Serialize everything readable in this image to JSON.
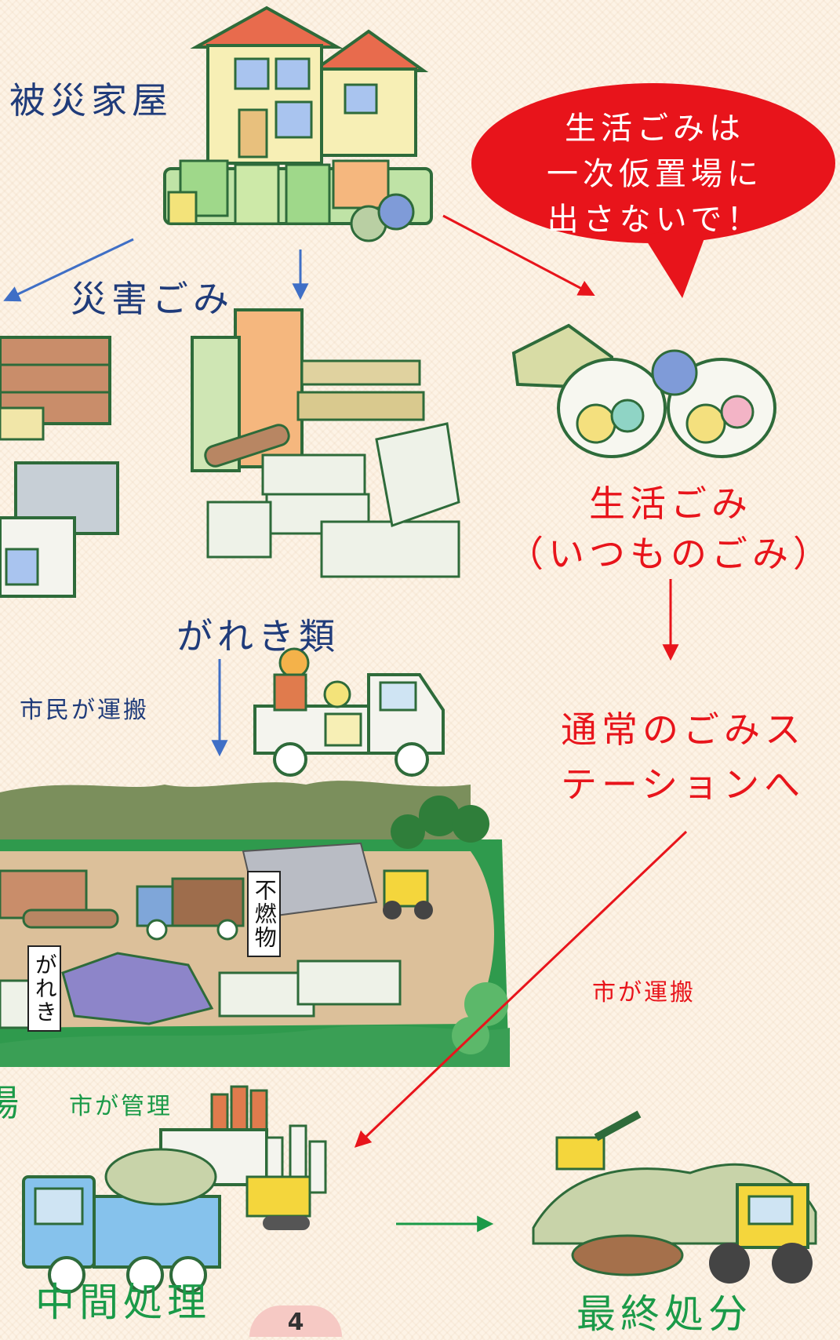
{
  "labels": {
    "damaged_house": "被災家屋",
    "disaster_waste": "災害ごみ",
    "rubble": "がれき類",
    "household_waste": "生活ごみ",
    "household_waste_paren": "（いつものごみ）",
    "station_line1": "通常のごみス",
    "station_line2": "テーションへ",
    "intermediate": "中間処理",
    "final": "最終処分",
    "temp_site_partial": "場"
  },
  "callout": {
    "line1": "生活ごみは",
    "line2": "一次仮置場に",
    "line3": "出さないで！"
  },
  "notes": {
    "citizen_transport": "市民が運搬",
    "city_transport": "市が運搬",
    "city_managed": "市が管理"
  },
  "site_signs": {
    "nonburnable": "不燃物",
    "rubble": "がれき"
  },
  "page_number": "4",
  "colors": {
    "blue_text": "#1f3b7a",
    "red": "#e8141b",
    "green": "#1a9a48",
    "arrow_blue": "#3f6fc6",
    "background": "#fdf3e6"
  }
}
